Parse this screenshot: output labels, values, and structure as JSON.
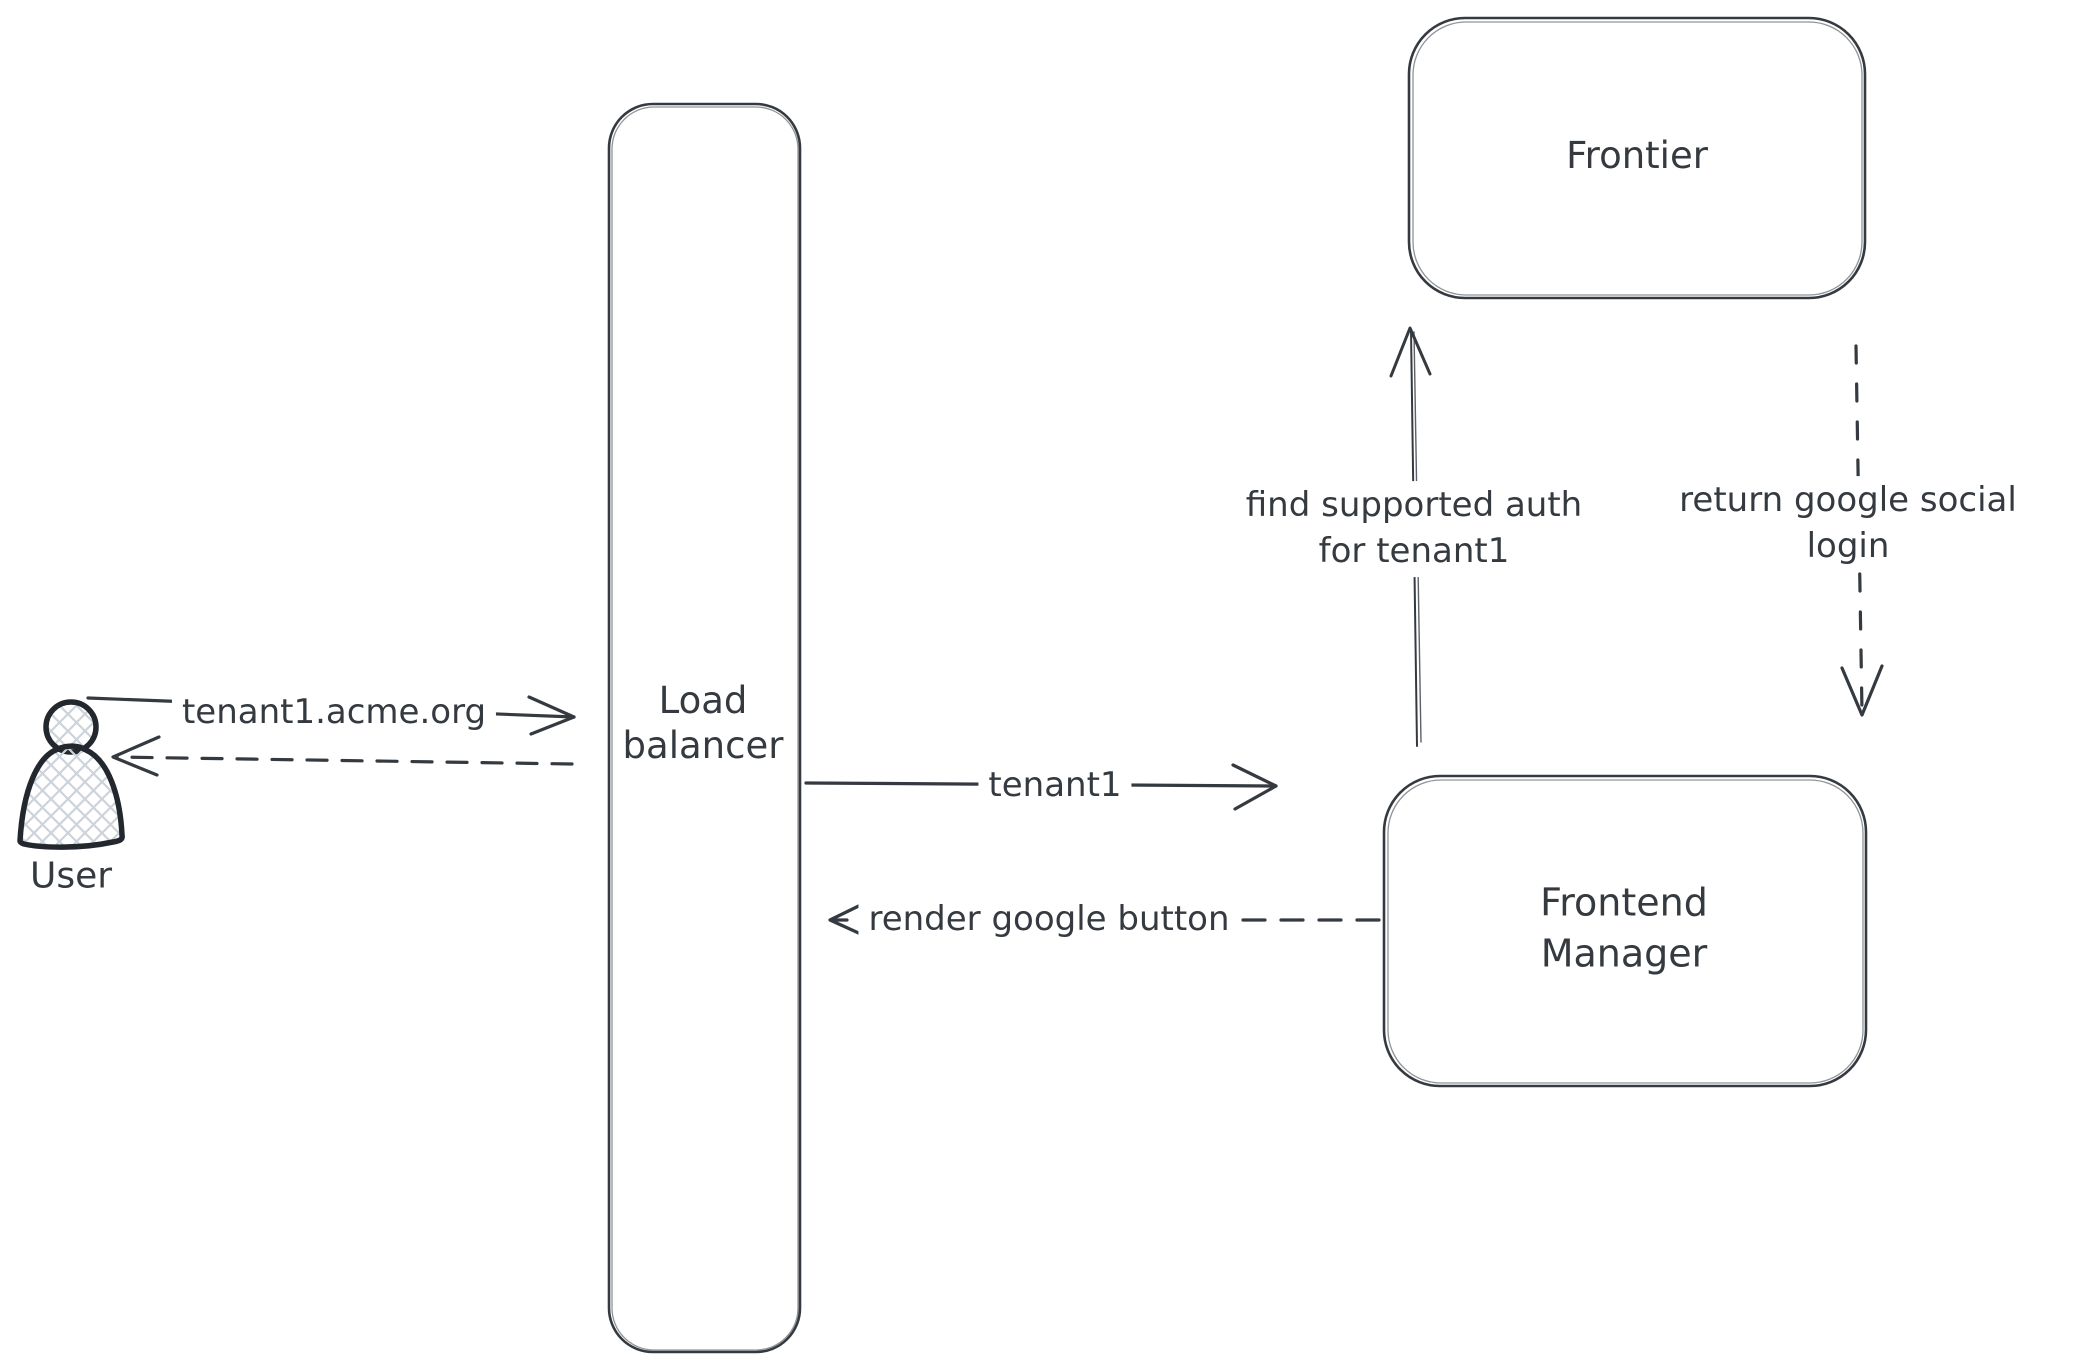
{
  "diagram": {
    "type": "flow-sequence",
    "background": "#ffffff",
    "stroke_color": "#343a40",
    "person_stroke_color": "#23272e",
    "crosshatch_fill_color": "#cdd3da",
    "nodes": {
      "user": {
        "label": "User",
        "shape": "person-icon"
      },
      "load_balancer": {
        "line1": "Load",
        "line2": "balancer",
        "shape": "tall-rounded-rect"
      },
      "frontier": {
        "label": "Frontier",
        "shape": "rounded-rect"
      },
      "frontend_manager": {
        "line1": "Frontend",
        "line2": "Manager",
        "shape": "rounded-rect"
      }
    },
    "arrows": {
      "user_to_lb": {
        "label": "tenant1.acme.org",
        "style": "solid",
        "from": "User",
        "to": "Load balancer"
      },
      "lb_to_user": {
        "style": "dashed",
        "from": "Load balancer",
        "to": "User"
      },
      "lb_to_fm": {
        "label": "tenant1",
        "style": "solid",
        "from": "Load balancer",
        "to": "Frontend Manager"
      },
      "fm_to_lb": {
        "label": "render google button",
        "style": "dashed",
        "from": "Frontend Manager",
        "to": "Load balancer"
      },
      "fm_to_frontier": {
        "line1": "find supported auth",
        "line2": "for tenant1",
        "style": "solid",
        "from": "Frontend Manager",
        "to": "Frontier"
      },
      "frontier_to_fm": {
        "line1": "return google social",
        "line2": "login",
        "style": "dashed",
        "from": "Frontier",
        "to": "Frontend Manager"
      }
    }
  }
}
